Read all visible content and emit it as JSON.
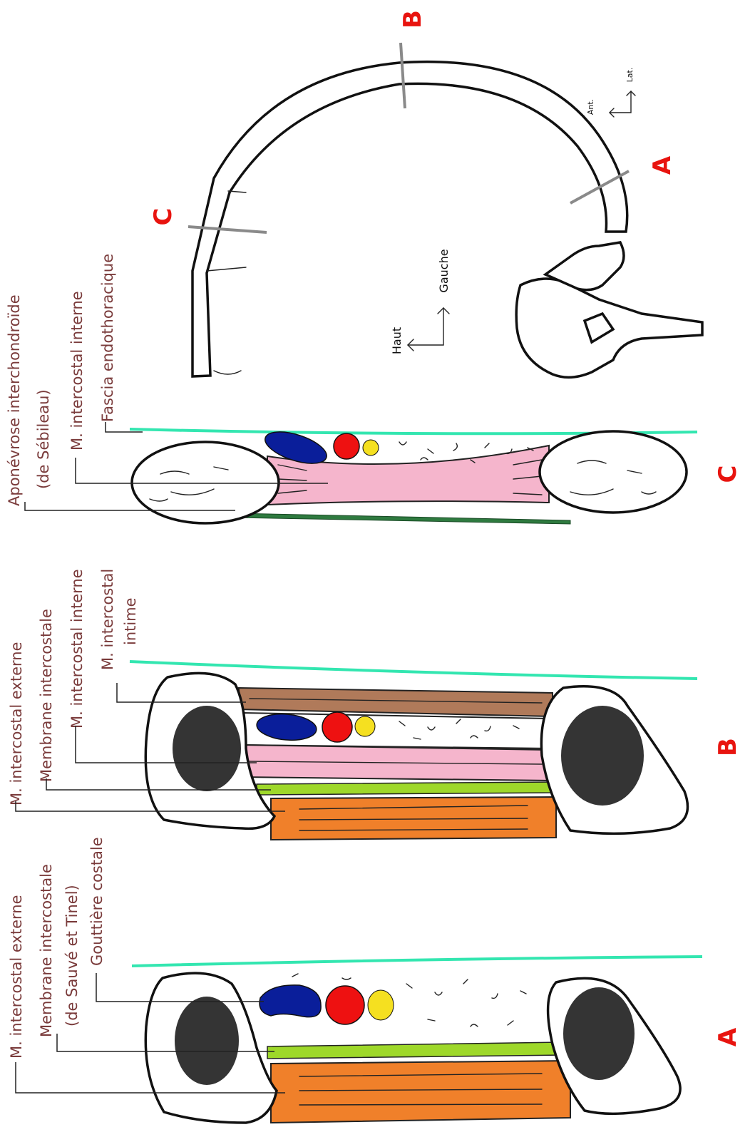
{
  "sections": {
    "A": {
      "letter": "A",
      "labels": [
        "M. intercostal externe",
        "Membrane intercostale",
        "(de Sauvé et Tinel)",
        "Gouttière costale"
      ]
    },
    "B": {
      "letter": "B",
      "labels": [
        "M. intercostal externe",
        "Membrane intercostale",
        "M. intercostal interne",
        "M. intercostal",
        "intime"
      ]
    },
    "C": {
      "letter": "C",
      "labels": [
        "Aponévrose interchondroïde",
        "(de Sébileau)",
        "M. intercostal interne",
        "Fascia endothoracique"
      ]
    }
  },
  "orientation": {
    "main": {
      "up": "Haut",
      "right": "Gauche"
    },
    "small": {
      "ant": "Ant.",
      "lat": "Lat."
    }
  },
  "rib_cuts": [
    "A",
    "B",
    "C"
  ],
  "colors": {
    "external_muscle": "#f0802a",
    "membrane": "#9ed82a",
    "internal_muscle": "#f5b5cc",
    "innermost_muscle": "#b07a5a",
    "interchondral_aponeurosis": "#2e7a3f",
    "endothoracic_fascia": "#33e6b0",
    "vein": "#0a1e9a",
    "artery": "#ee1111",
    "nerve": "#f5e020",
    "section_letter": "#e8140f",
    "label_text": "#7a3b3b",
    "cut_line": "#8a8a8a"
  }
}
